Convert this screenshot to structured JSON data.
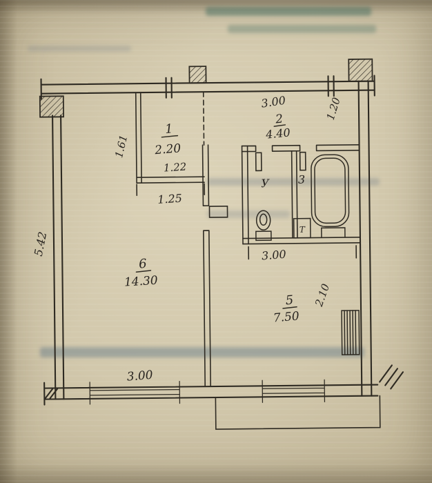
{
  "plan": {
    "rooms": {
      "hallway": {
        "number": "1",
        "area": "2.20"
      },
      "corridor": {
        "number": "2",
        "area": "4.40"
      },
      "bathroom": {
        "number": "3"
      },
      "toilet": {
        "number": "У"
      },
      "kitchen": {
        "number": "5",
        "area": "7.50"
      },
      "living": {
        "number": "6",
        "area": "14.30"
      }
    },
    "fixtures": {
      "washer_label": "Т"
    },
    "dimensions": {
      "corridor_width": "3.00",
      "right_top_depth": "1.20",
      "hall_depth": "1.61",
      "hall_width_inner": "1.22",
      "hall_width_outer": "1.25",
      "left_wall_height": "5.42",
      "bath_row_width": "3.00",
      "kitchen_depth": "2.10",
      "living_width": "3.00"
    }
  }
}
